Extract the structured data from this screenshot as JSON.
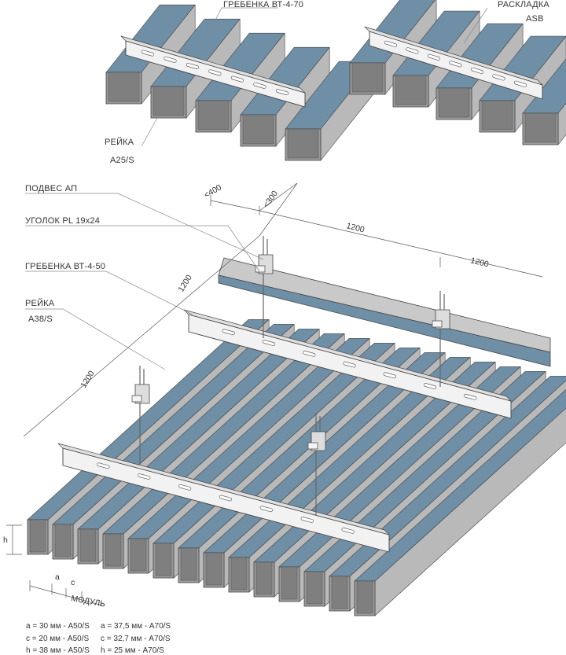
{
  "labels": {
    "grebenka_70": "ГРЕБЕНКА ВТ-4-70",
    "raskladka": "РАСКЛАДКА",
    "raskladka_code": "ASB",
    "reika_top": "РЕЙКА",
    "reika_top_code": "A25/S",
    "podves": "ПОДВЕС АП",
    "ugolok": "УГОЛОК PL 19x24",
    "grebenka_50": "ГРЕБЕНКА ВТ-4-50",
    "reika_main": "РЕЙКА",
    "reika_main_code": "A38/S"
  },
  "dimensions": {
    "d_400": "<400",
    "d_300": "<300",
    "d_1200_a": "1200",
    "d_1200_b": "1200",
    "d_1200_c": "1200",
    "d_1200_d": "1200",
    "h": "h",
    "a": "a",
    "c": "c",
    "modul": "МОДУЛЬ"
  },
  "legend": [
    "a = 30 мм - A50/S",
    "c = 20 мм - A50/S",
    "h = 38 мм - A50/S",
    "a = 37,5 мм - A70/S",
    "c = 32,7 мм - A70/S",
    "h = 25   мм - A70/S"
  ],
  "colors": {
    "rail_front": "#9a9a9a",
    "rail_top": "#cfcfcf",
    "inner_blue": "#6f8fa6",
    "comb": "#f2f2f2",
    "outline": "#444444"
  }
}
